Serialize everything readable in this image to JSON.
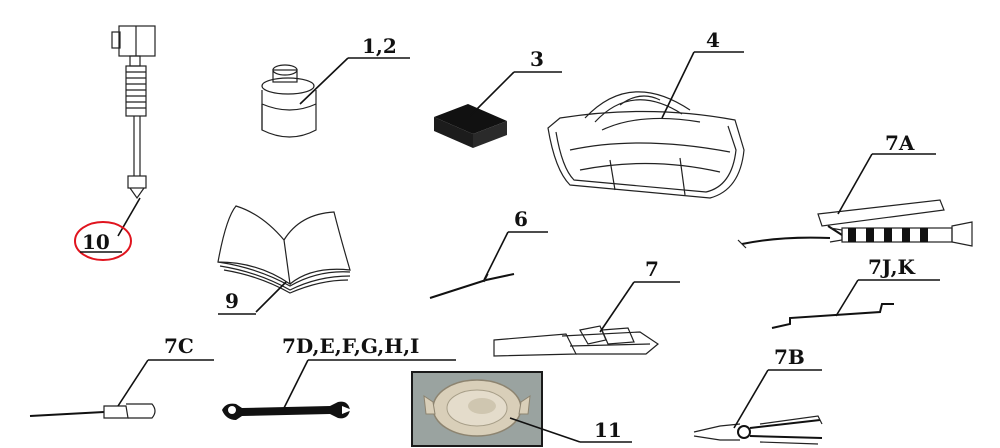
{
  "labels": {
    "p10": "10",
    "p12": "1,2",
    "p3": "3",
    "p4": "4",
    "p7a": "7A",
    "p9": "9",
    "p6": "6",
    "p7": "7",
    "p7jk": "7J,K",
    "p7c": "7C",
    "p7d": "7D,E,F,G,H,I",
    "p11": "11",
    "p7b": "7B"
  },
  "colors": {
    "ink": "#111111",
    "highlight_circle": "#e0141e",
    "photo_frame": "#1a1a1a",
    "photo_bg": "#9aa3a0",
    "cap_color": "#d9cfb9"
  },
  "icons": {
    "p10": "pressure-gauge-probe-icon",
    "p12": "filter-canister-icon",
    "p3": "foam-block-icon",
    "p4": "tool-bag-icon",
    "p7a": "grease-gun-icon",
    "p9": "manual-book-icon",
    "p6": "probe-needle-icon",
    "p7": "scraper-plate-icon",
    "p7jk": "offset-rod-icon",
    "p7c": "screwdriver-icon",
    "p7d": "wrench-icon",
    "p11": "radiator-cap-photo",
    "p7b": "pliers-icon"
  }
}
